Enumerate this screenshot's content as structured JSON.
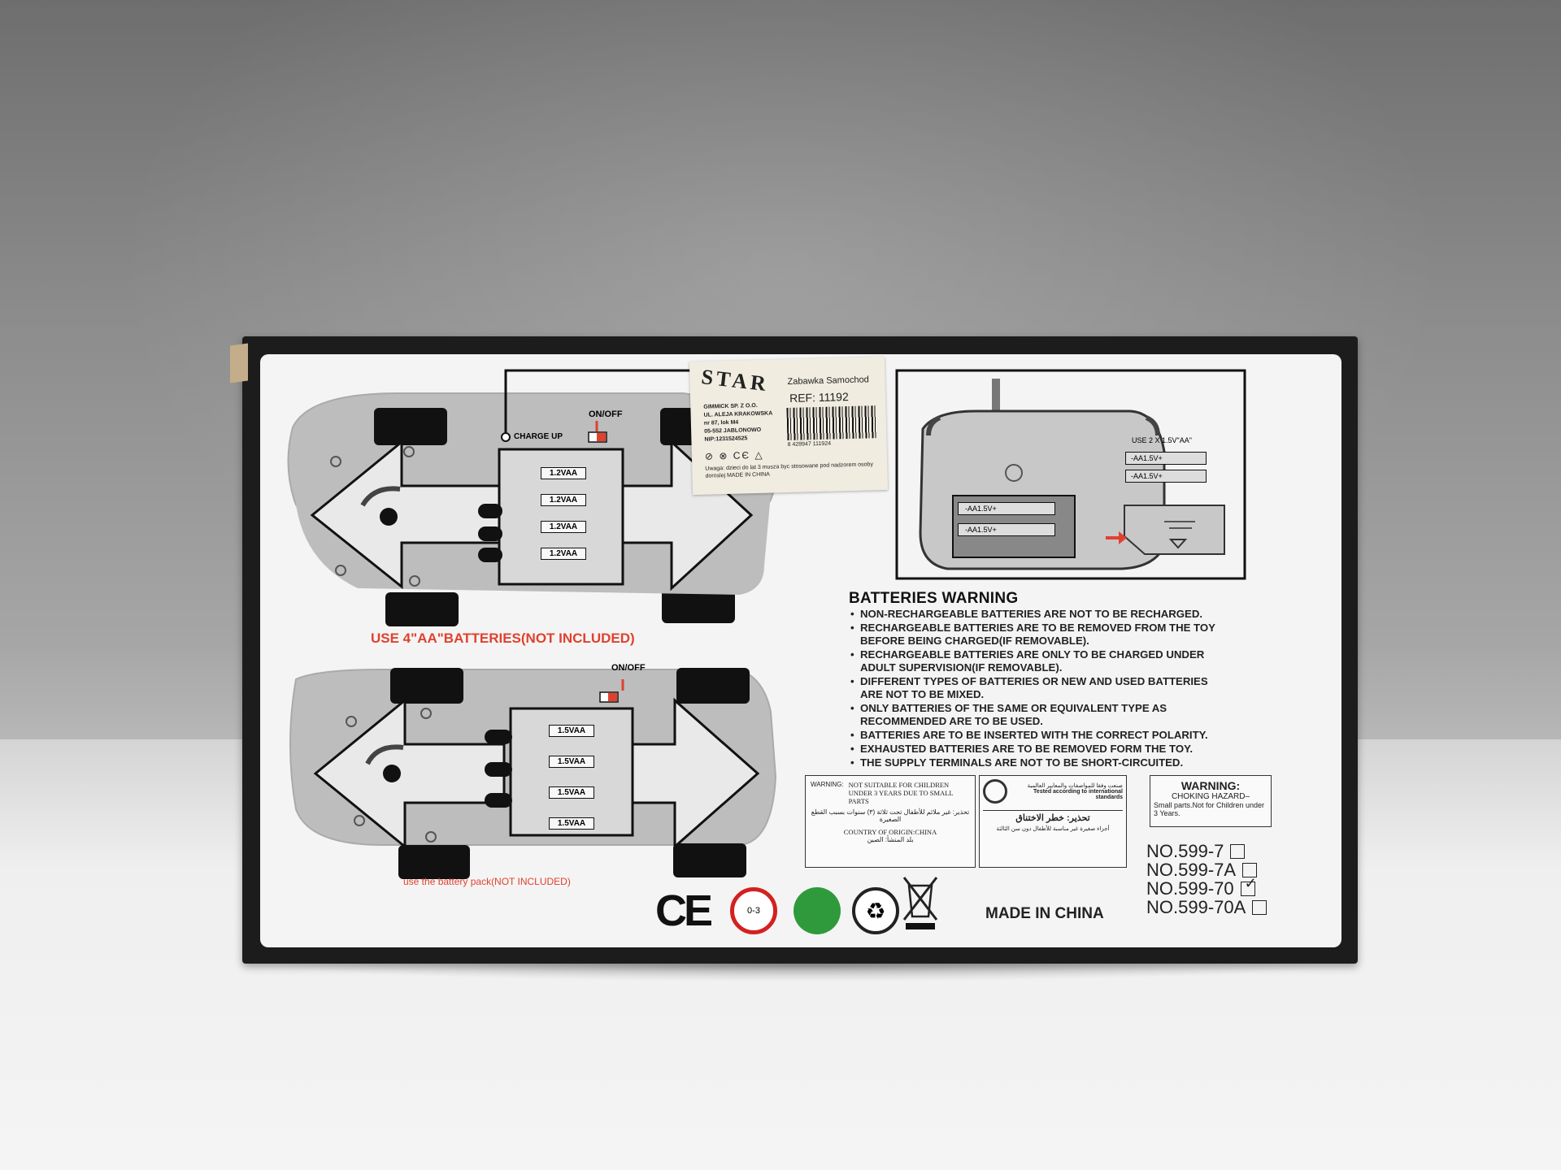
{
  "car1": {
    "charge_label": "CHARGE UP",
    "switch_label": "ON/OFF",
    "batteries": [
      "1.2VAA",
      "1.2VAA",
      "1.2VAA",
      "1.2VAA"
    ],
    "caption": "USE 4\"AA\"BATTERIES(NOT INCLUDED)"
  },
  "car2": {
    "switch_label": "ON/OFF",
    "batteries": [
      "1.5VAA",
      "1.5VAA",
      "1.5VAA",
      "1.5VAA"
    ],
    "caption": "use the battery pack(NOT INCLUDED)"
  },
  "remote": {
    "use_label": "USE 2 X 1.5V\"AA\"",
    "battery_side": [
      "-AA1.5V+",
      "-AA1.5V+"
    ],
    "battery_inside": [
      "-AA1.5V+",
      "-AA1.5V+"
    ]
  },
  "sticker": {
    "brand": "STAR",
    "product": "Zabawka Samochod",
    "ref": "REF: 11192",
    "company": [
      "GIMMICK SP. Z O.O.",
      "UL. ALEJA KRAKOWSKA",
      "nr 87, lok M4",
      "05-552 JABLONOWO",
      "NIP:1231524525"
    ],
    "barcode_number": "8 428947 111924",
    "note": "Uwaga: dzieci do lat 3 musza byc stosowane pod nadzorem osoby doroslej   MADE IN CHINA"
  },
  "batteries_warning": {
    "title": "BATTERIES WARNING",
    "items": [
      "NON-RECHARGEABLE BATTERIES ARE NOT TO BE RECHARGED.",
      "RECHARGEABLE BATTERIES ARE TO BE REMOVED FROM THE TOY BEFORE BEING CHARGED(IF REMOVABLE).",
      "RECHARGEABLE BATTERIES ARE ONLY TO BE CHARGED UNDER ADULT SUPERVISION(IF REMOVABLE).",
      "DIFFERENT TYPES OF BATTERIES OR NEW AND USED BATTERIES ARE NOT TO BE MIXED.",
      "ONLY BATTERIES OF THE SAME OR EQUIVALENT TYPE AS RECOMMENDED ARE TO BE USED.",
      "BATTERIES ARE TO BE INSERTED WITH THE CORRECT POLARITY.",
      "EXHAUSTED BATTERIES ARE TO BE  REMOVED FORM THE TOY.",
      "THE SUPPLY TERMINALS ARE NOT TO BE SHORT-CIRCUITED."
    ]
  },
  "age_box": {
    "warning": "WARNING:",
    "text": "NOT SUITABLE FOR CHILDREN UNDER 3 YEARS DUE TO SMALL PARTS",
    "arabic": "تحذير: غير ملائم للأطفال تحت ثلاثة (٣) سنوات بسبب القطع الصغيرة",
    "origin": "COUNTRY OF ORIGIN:CHINA",
    "origin_ar": "بلد المنشأ: الصين"
  },
  "standards_box": {
    "arabic_top": "صنعت وفقا للمواصفات والمعايير العالمية",
    "english": "Tested according to international standards",
    "warning_ar": "تحذير: خطر الاختناق",
    "notes_ar": "أجزاء صغيرة غير مناسبة للأطفال دون سن الثالثة"
  },
  "choking_box": {
    "title": "WARNING:",
    "text1": "CHOKING  HAZARD–",
    "text2": "Small parts.Not for Children under 3 Years."
  },
  "made_in": "MADE IN CHINA",
  "models": [
    "NO.599-7",
    "NO.599-7A",
    "NO.599-70",
    "NO.599-70A"
  ],
  "symbols": {
    "ce": "CE",
    "age": "0-3"
  },
  "colors": {
    "car_body": "#bdbdbd",
    "accent_red": "#e0412e",
    "green_dot": "#2f9a3b"
  }
}
